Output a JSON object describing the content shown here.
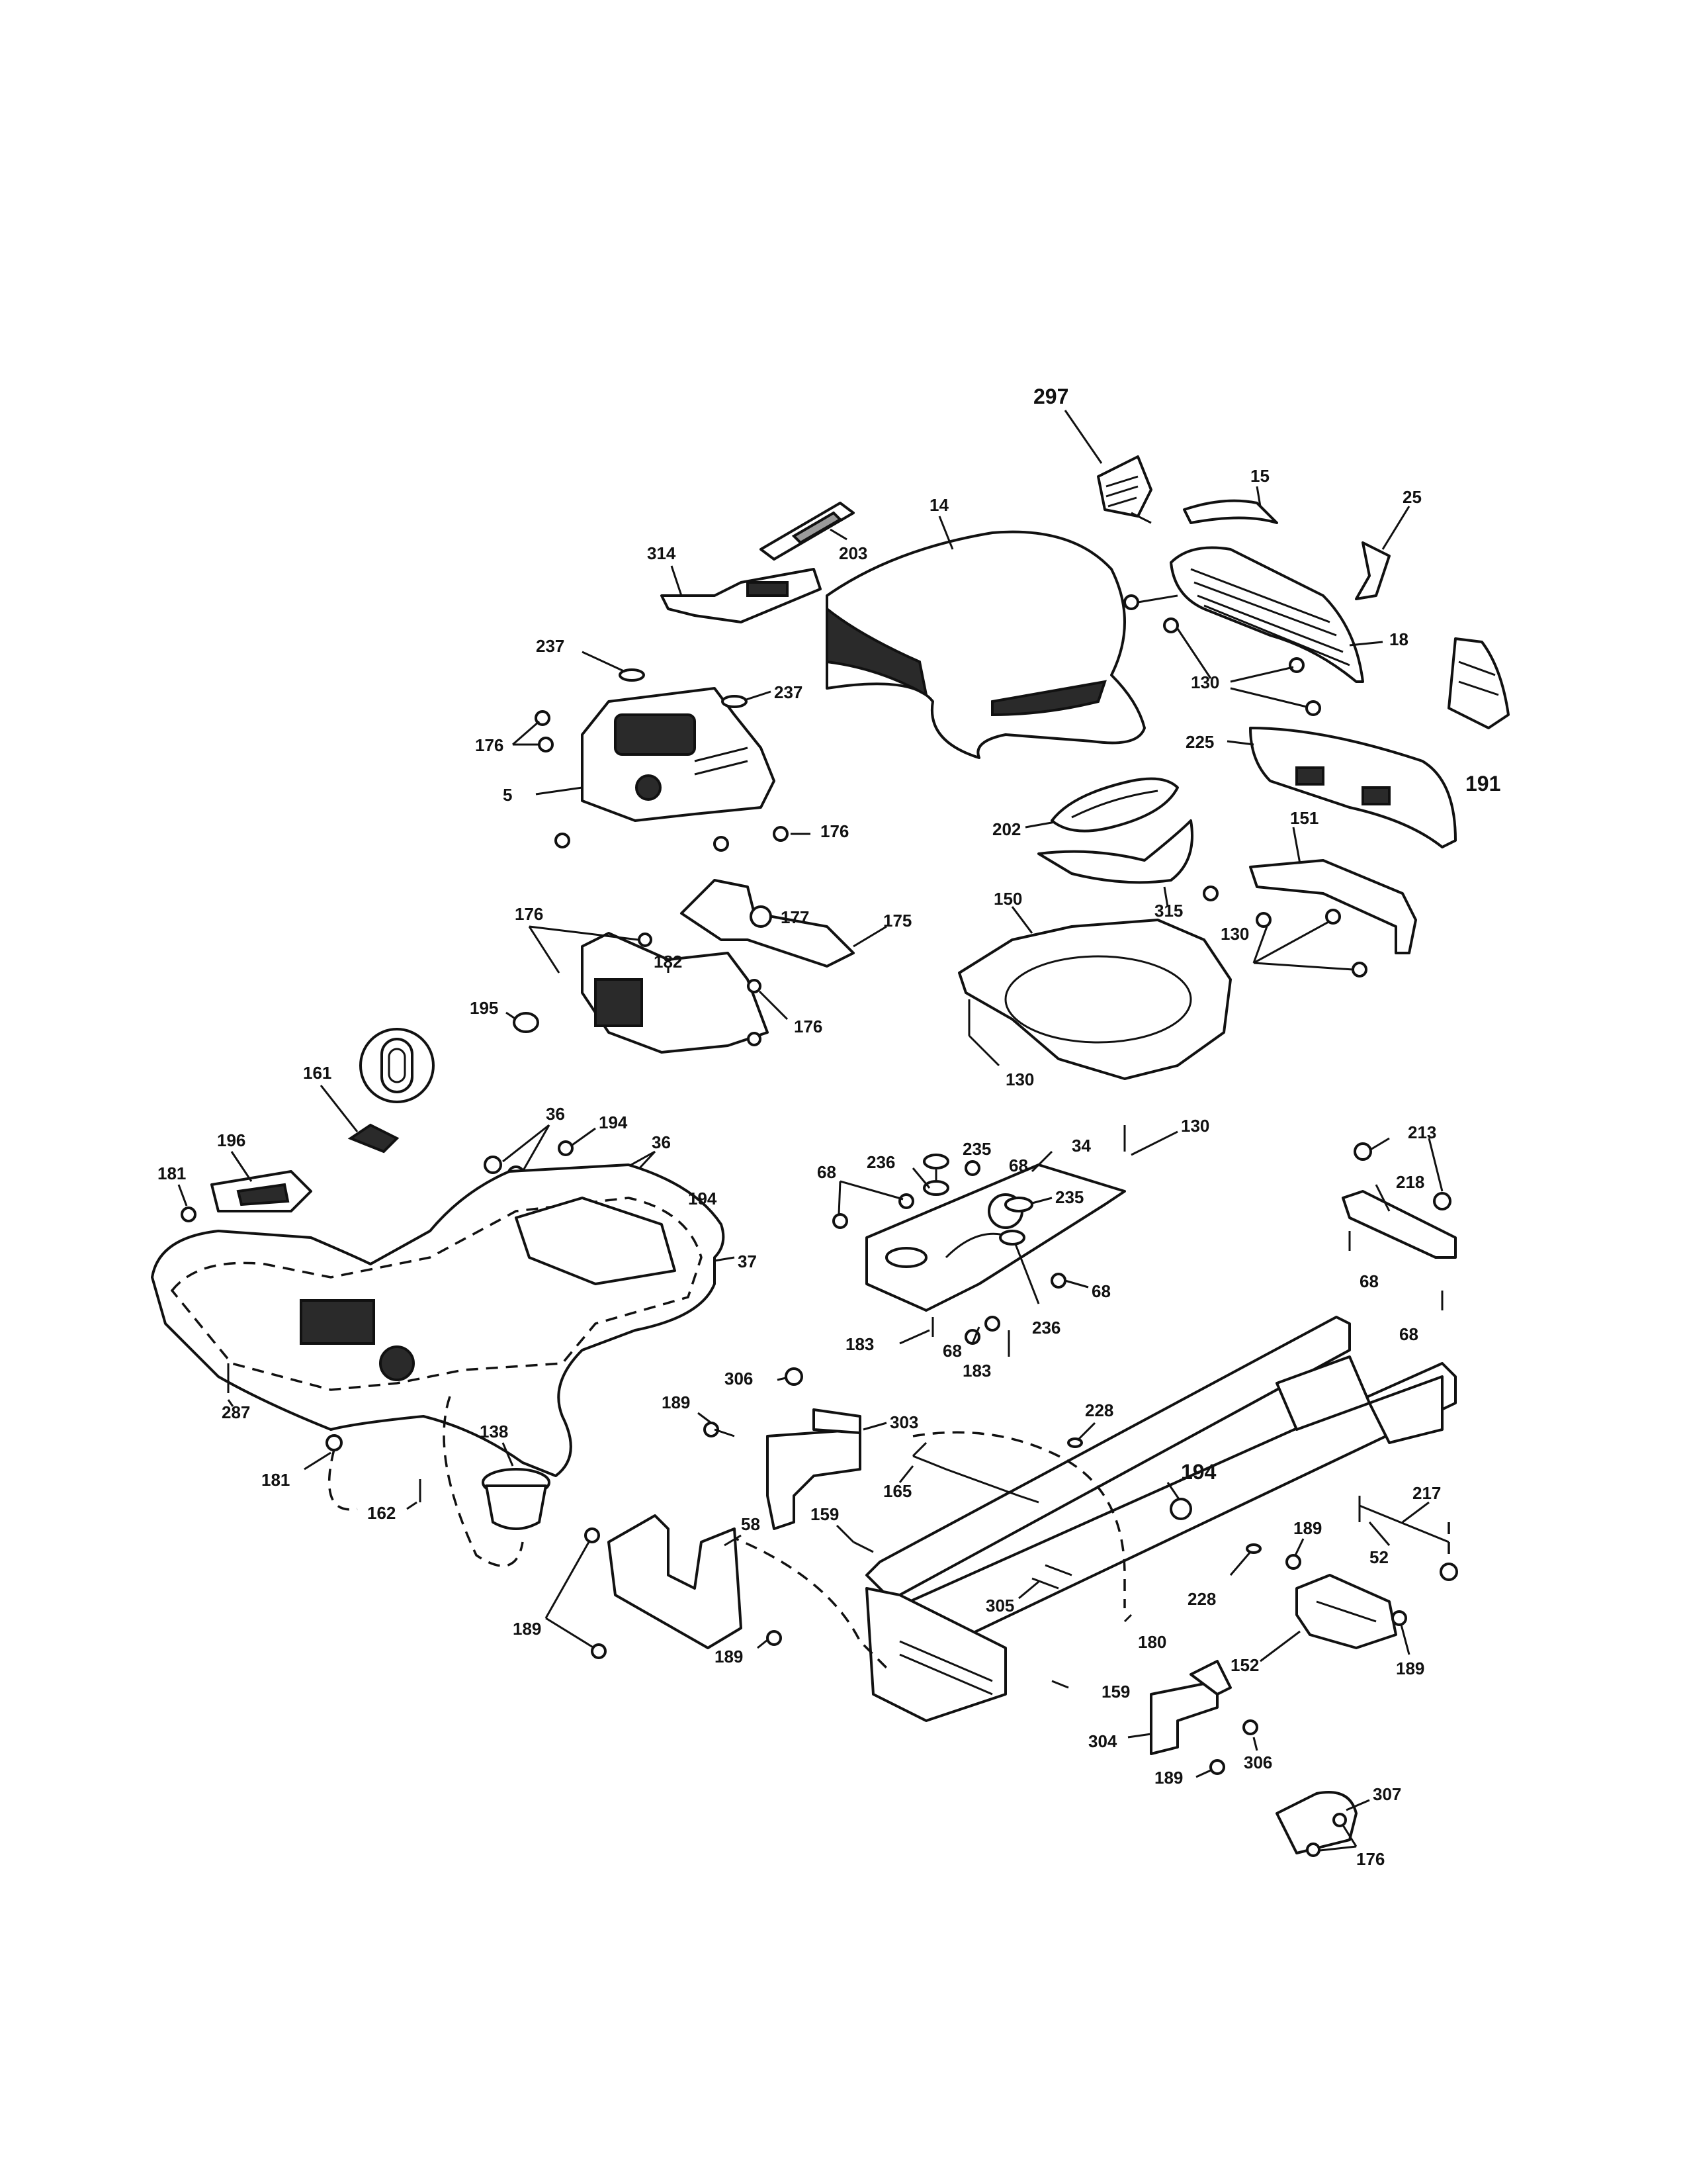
{
  "diagram": {
    "part_numbers": {
      "p297": "297",
      "p15": "15",
      "p25": "25",
      "p14": "14",
      "p203": "203",
      "p314": "314",
      "p18": "18",
      "p130a": "130",
      "p237a": "237",
      "p237b": "237",
      "p191": "191",
      "p176a": "176",
      "p5": "5",
      "p225": "225",
      "p176b": "176",
      "p202": "202",
      "p151": "151",
      "p176c": "176",
      "p177": "177",
      "p175": "175",
      "p315": "315",
      "p150": "150",
      "p130b": "130",
      "p182": "182",
      "p195": "195",
      "p176d": "176",
      "p130c": "130",
      "p130d": "130",
      "p161": "161",
      "p36a": "36",
      "p194a": "194",
      "p36b": "36",
      "p235a": "235",
      "p236a": "236",
      "p68a": "68",
      "p34": "34",
      "p213": "213",
      "p196": "196",
      "p181a": "181",
      "p194b": "194",
      "p68b": "68",
      "p235b": "235",
      "p218": "218",
      "p37": "37",
      "p68c": "68",
      "p68d": "68",
      "p183a": "183",
      "p68e": "68",
      "p236b": "236",
      "p68f": "68",
      "p183b": "183",
      "p306a": "306",
      "p189a": "189",
      "p303": "303",
      "p228a": "228",
      "p287": "287",
      "p138": "138",
      "p165": "165",
      "p194c": "194",
      "p181b": "181",
      "p217": "217",
      "p162": "162",
      "p58": "58",
      "p159a": "159",
      "p189b": "189",
      "p52": "52",
      "p305": "305",
      "p228b": "228",
      "p189c": "189",
      "p180": "180",
      "p189d": "189",
      "p152": "152",
      "p189e": "189",
      "p159b": "159",
      "p304": "304",
      "p189f": "189",
      "p306b": "306",
      "p307": "307",
      "p176e": "176"
    }
  }
}
